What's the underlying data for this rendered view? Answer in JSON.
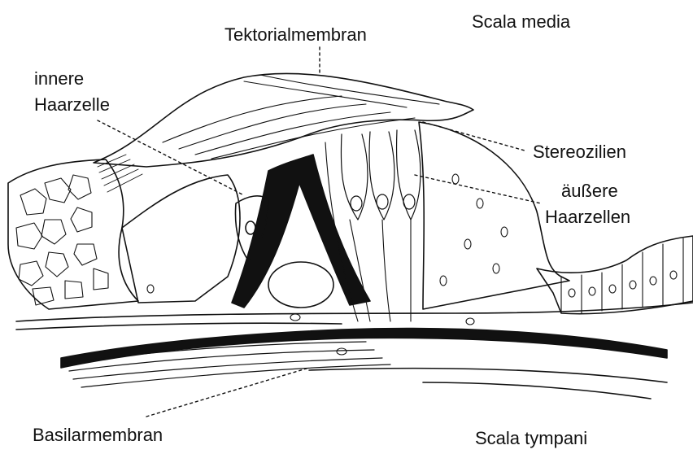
{
  "labels": {
    "tektorialmembran": "Tektorialmembran",
    "scala_media": "Scala media",
    "innere_haarzelle_line1": "innere",
    "innere_haarzelle_line2": "Haarzelle",
    "stereozilien": "Stereozilien",
    "aeussere_haarzellen_line1": "äußere",
    "aeussere_haarzellen_line2": "Haarzellen",
    "basilarmembran": "Basilarmembran",
    "scala_tympani": "Scala tympani"
  },
  "colors": {
    "ink": "#111111",
    "background": "#ffffff"
  }
}
